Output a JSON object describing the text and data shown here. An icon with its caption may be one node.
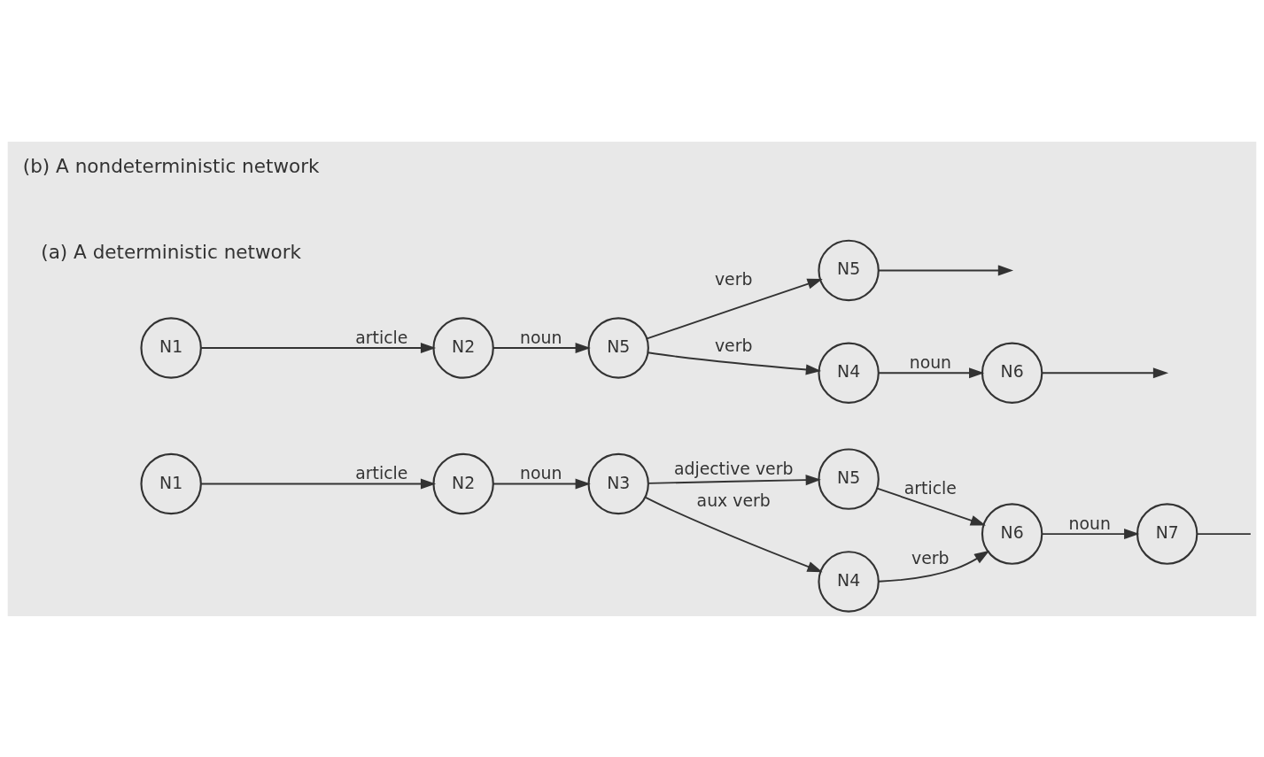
{
  "diagram": {
    "nodes": [
      {
        "text": [
          "N1"
        ]
      },
      {
        "text": [
          "N2"
        ]
      },
      {
        "text": [
          "N3"
        ]
      },
      {
        "text": [
          "N5"
        ]
      },
      {
        "text": [
          "N6"
        ]
      },
      {
        "text": [
          "N7"
        ]
      },
      {
        "text": [
          "N4"
        ]
      },
      {
        "text": [
          "N1"
        ]
      },
      {
        "text": [
          "N2"
        ]
      },
      {
        "text": [
          "N5"
        ]
      },
      {
        "text": [
          "N5"
        ]
      },
      {
        "text": [
          "N4"
        ]
      },
      {
        "text": [
          "N6"
        ]
      }
    ],
    "edges": [
      {
        "from": 0,
        "to": 1,
        "arrow": "to",
        "label": "article"
      },
      {
        "from": 1,
        "to": 2,
        "arrow": "to",
        "label": "noun"
      },
      {
        "from": 2,
        "to": 3,
        "arrow": "to",
        "label": "adjective verb"
      },
      {
        "from": 3,
        "to": 4,
        "arrow": "to",
        "label": "article"
      },
      {
        "from": 4,
        "to": 5,
        "arrow": "to",
        "label": "noun"
      },
      {
        "from": 5,
        "to": null,
        "arrow": "none"
      },
      {
        "from": 2,
        "to": 6,
        "arrow": "to",
        "label": "aux verb"
      },
      {
        "from": 6,
        "to": 4,
        "arrow": "to",
        "label": "verb"
      },
      {
        "from": 7,
        "to": 8,
        "arrow": "to",
        "label": "article"
      },
      {
        "from": 8,
        "to": 9,
        "arrow": "to",
        "label": "noun"
      },
      {
        "from": 9,
        "to": 10,
        "arrow": "to",
        "label": "verb"
      },
      {
        "from": 10,
        "to": null,
        "arrow": "to"
      },
      {
        "from": 9,
        "to": 11,
        "arrow": "to",
        "label": "verb"
      },
      {
        "from": 11,
        "to": 12,
        "arrow": "to",
        "label": "noun"
      },
      {
        "from": 12,
        "to": null,
        "arrow": "to"
      }
    ],
    "labels": [
      "(a) A deterministic network",
      "(b) A nondeterministic network"
    ]
  }
}
